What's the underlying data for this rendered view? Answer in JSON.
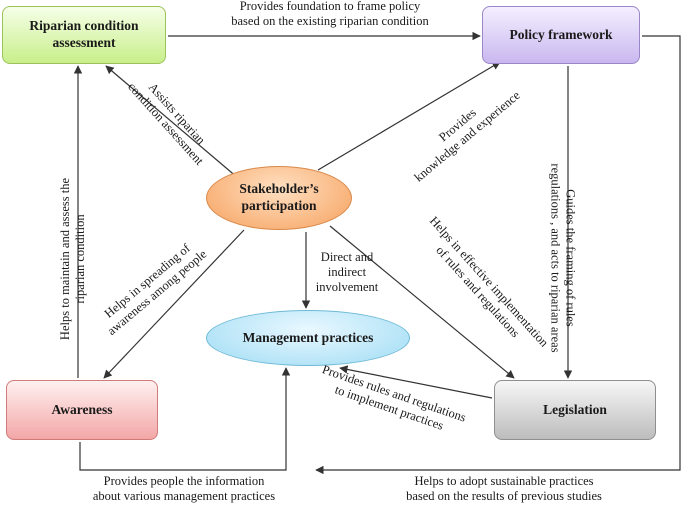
{
  "nodes": {
    "riparian": "Riparian condition assessment",
    "policy": "Policy framework",
    "stakeholder": "Stakeholder’s participation",
    "management": "Management practices",
    "awareness": "Awareness",
    "legislation": "Legislation"
  },
  "edges": {
    "foundation": [
      "Provides foundation to frame policy",
      "based on the existing riparian condition"
    ],
    "assists": [
      "Assists riparian",
      "condition assessment"
    ],
    "knowledge": [
      "Provides",
      "knowledge and experience"
    ],
    "guides": [
      "Guides the framing of rules",
      "regulations , and acts to riparian areas"
    ],
    "maintain": [
      "Helps to maintain and assess the",
      "riparian condition"
    ],
    "spreading": [
      "Helps in spreading of",
      "awareness among people"
    ],
    "effective": [
      "Helps in effective implementation",
      "of rules and regulations"
    ],
    "direct": [
      "Direct and",
      "indirect",
      "involvement"
    ],
    "rules": [
      "Provides rules and regulations",
      "to implement practices"
    ],
    "people": [
      "Provides people the information",
      "about various management practices"
    ],
    "sustainable": [
      "Helps to adopt sustainable practices",
      "based on the results of previous studies"
    ]
  }
}
